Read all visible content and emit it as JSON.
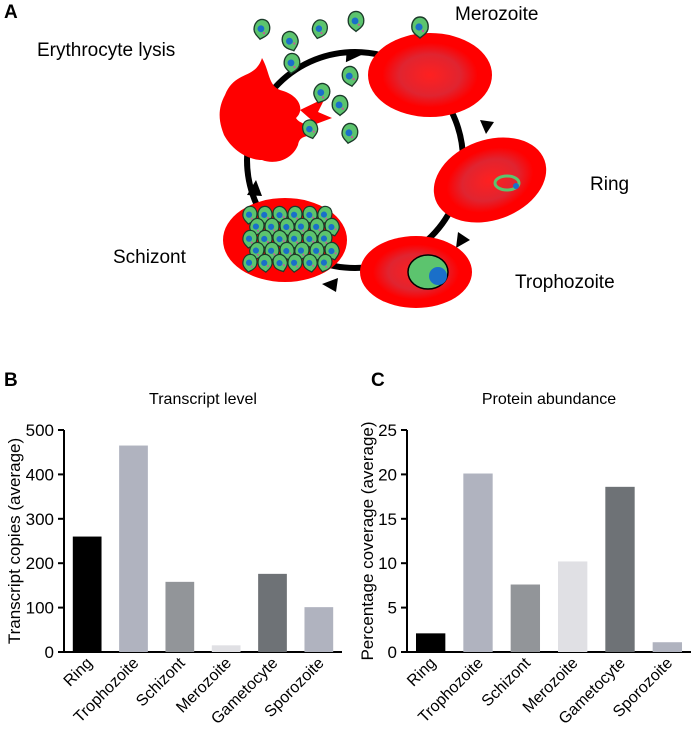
{
  "panel_a": {
    "letter": "A",
    "stages": {
      "merozoite": "Merozoite",
      "ring": "Ring",
      "trophozoite": "Trophozoite",
      "schizont": "Schizont",
      "lysis": "Erythrocyte lysis"
    },
    "colors": {
      "cell": "#ff0000",
      "cell_inner": "#e6262e",
      "parasite": "#5cc46e",
      "nucleus": "#1a6fc9",
      "arrow": "#000000"
    }
  },
  "chart_data": [
    {
      "panel": "B",
      "type": "bar",
      "title": "Transcript level",
      "ylabel": "Transcript copies (average)",
      "xlabel": "",
      "categories": [
        "Ring",
        "Trophozoite",
        "Schizont",
        "Merozoite",
        "Gametocyte",
        "Sporozoite"
      ],
      "values": [
        260,
        465,
        158,
        15,
        176,
        101
      ],
      "colors": [
        "#000000",
        "#b0b3bf",
        "#929599",
        "#e0e0e4",
        "#6e7276",
        "#b0b3bf"
      ],
      "ylim": [
        0,
        500
      ],
      "yticks": [
        0,
        100,
        200,
        300,
        400,
        500
      ],
      "grid": false
    },
    {
      "panel": "C",
      "type": "bar",
      "title": "Protein abundance",
      "ylabel": "Percentage coverage (average)",
      "xlabel": "",
      "categories": [
        "Ring",
        "Trophozoite",
        "Schizont",
        "Merozoite",
        "Gametocyte",
        "Sporozoite"
      ],
      "values": [
        2.1,
        20.1,
        7.6,
        10.2,
        18.6,
        1.1
      ],
      "colors": [
        "#000000",
        "#b0b3bf",
        "#929599",
        "#e0e0e4",
        "#6e7276",
        "#b0b3bf"
      ],
      "ylim": [
        0,
        25
      ],
      "yticks": [
        0,
        5,
        10,
        15,
        20,
        25
      ],
      "grid": false
    }
  ]
}
